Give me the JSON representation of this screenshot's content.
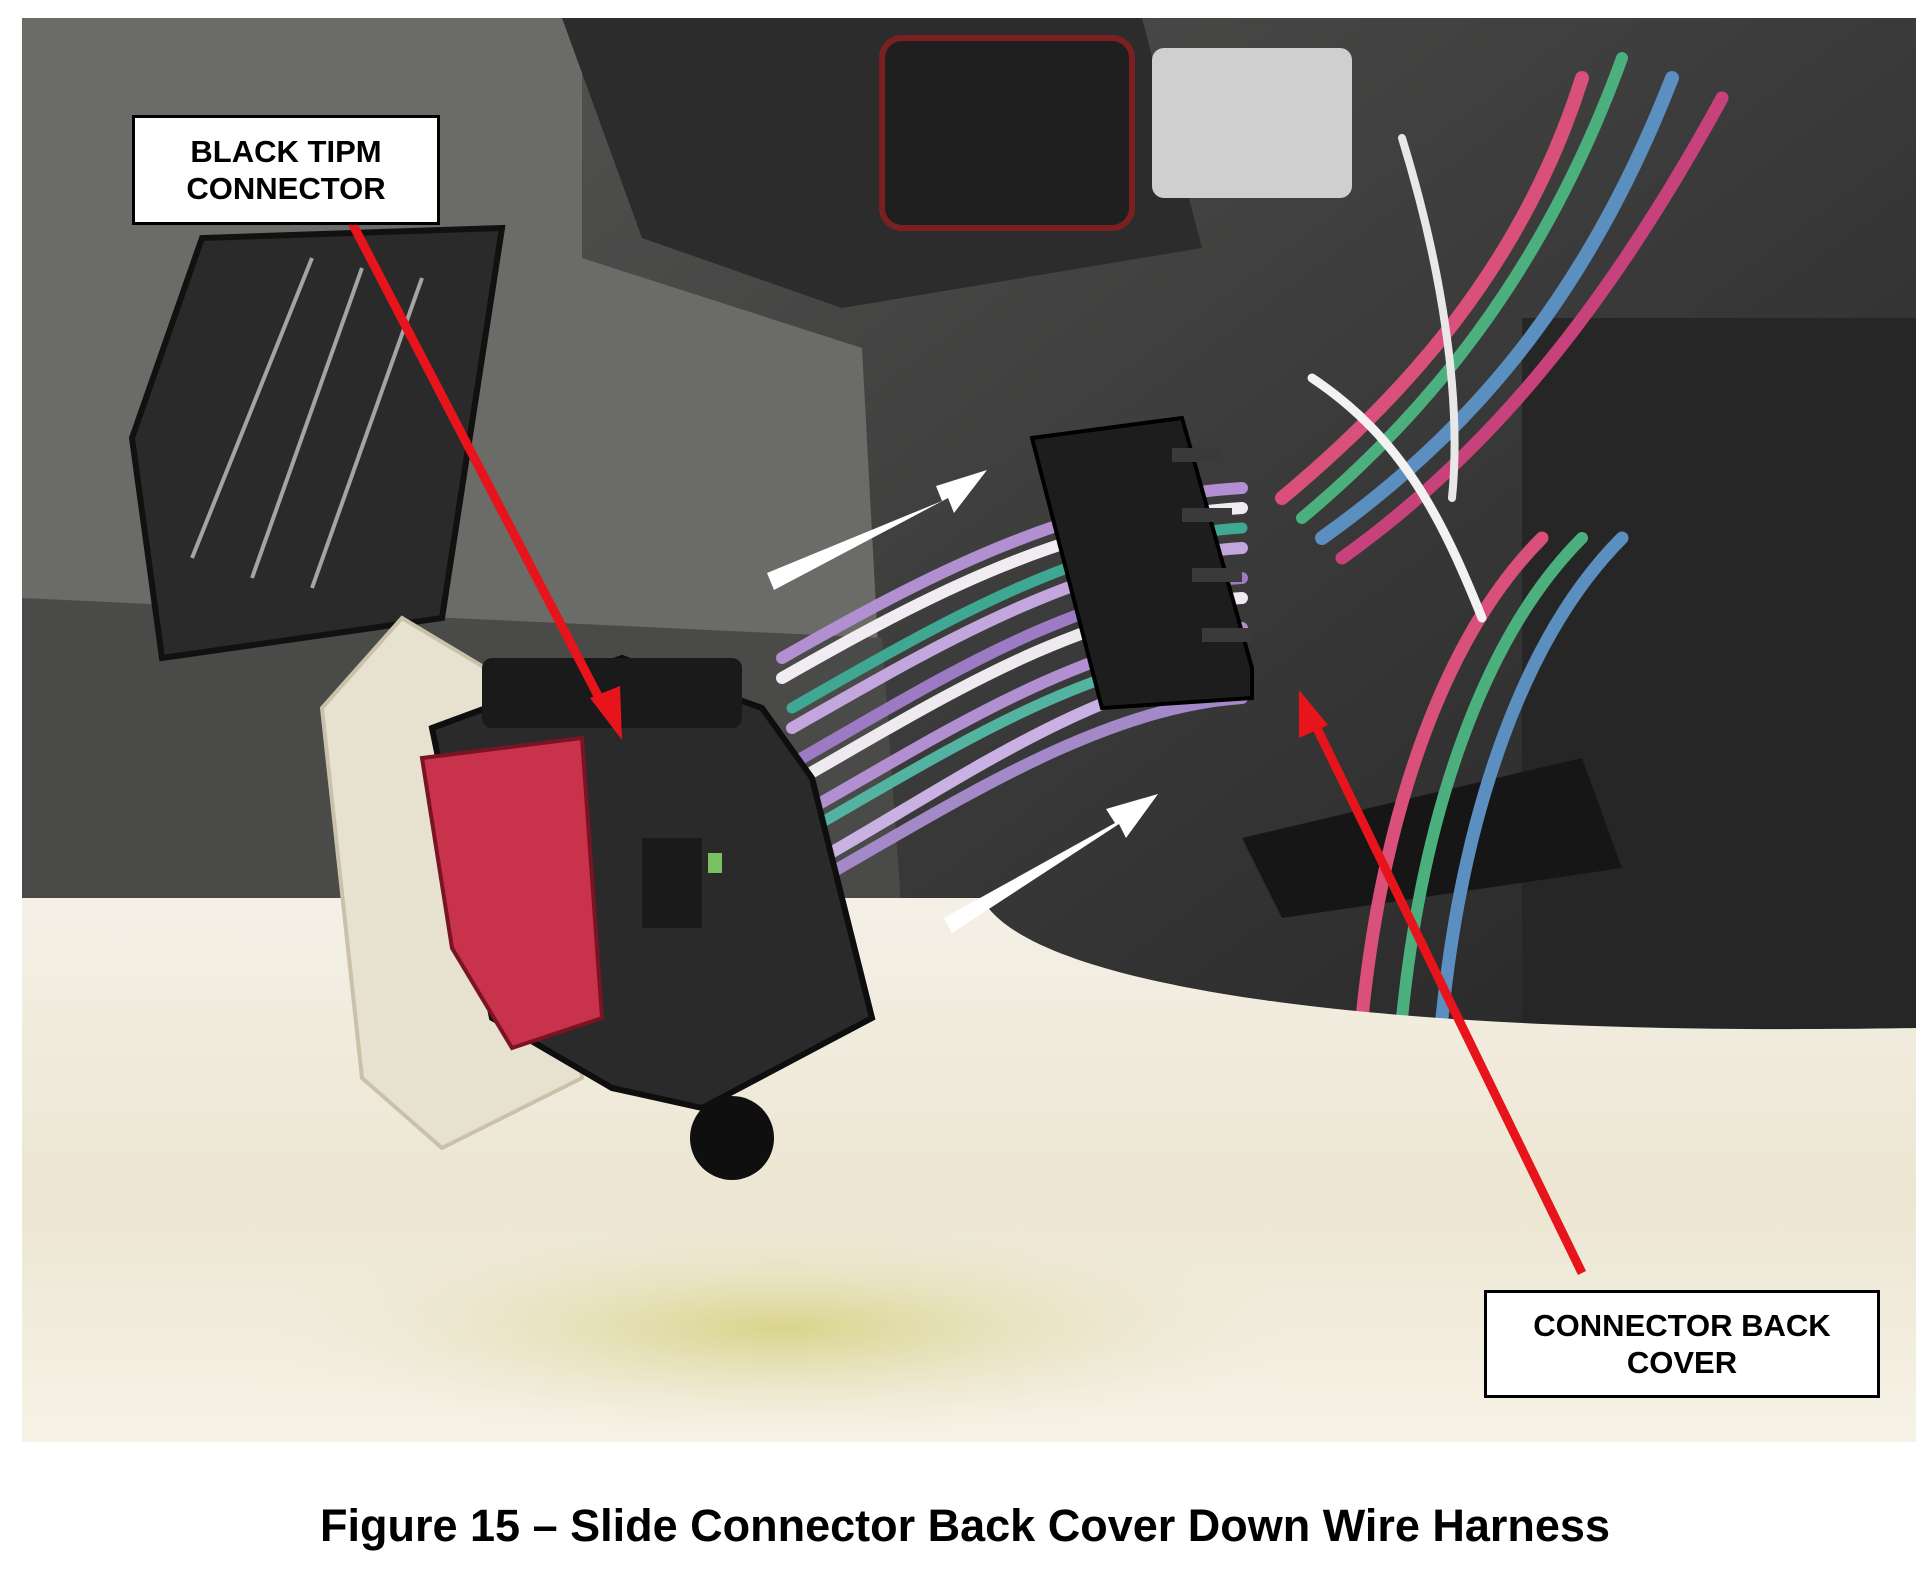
{
  "callouts": {
    "tipm": {
      "line1": "BLACK TIPM",
      "line2": "CONNECTOR"
    },
    "cover": {
      "line1": "CONNECTOR BACK",
      "line2": "COVER"
    }
  },
  "caption": "Figure 15 – Slide Connector Back Cover Down Wire Harness",
  "colors": {
    "pointer": "#e8141b",
    "direction_arrow": "#ffffff",
    "connector_lock": "#c8324a",
    "connector_body": "#2a2a2a"
  }
}
